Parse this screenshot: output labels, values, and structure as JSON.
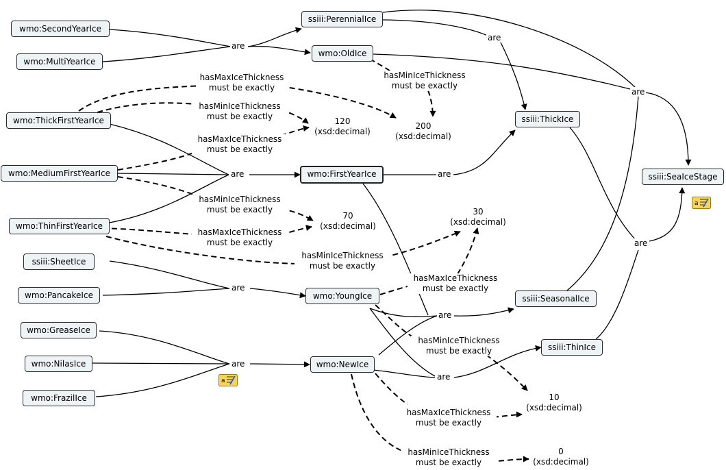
{
  "relation_are": "are",
  "max_label": [
    "hasMaxIceThickness",
    "must be exactly"
  ],
  "min_label": [
    "hasMinIceThickness",
    "must be exactly"
  ],
  "nodes": {
    "second_year": "wmo:SecondYearIce",
    "multi_year": "wmo:MultiYearIce",
    "thick_first_year": "wmo:ThickFirstYearIce",
    "medium_first_year": "wmo:MediumFirstYearIce",
    "thin_first_year": "wmo:ThinFirstYearIce",
    "sheet_ice": "ssiii:SheetIce",
    "pancake_ice": "wmo:PancakeIce",
    "grease_ice": "wmo:GreaseIce",
    "nilas_ice": "wmo:NilasIce",
    "frazil_ice": "wmo:FrazilIce",
    "perennial_ice": "ssiii:PerennialIce",
    "old_ice": "wmo:OldIce",
    "first_year_ice": "wmo:FirstYearIce",
    "young_ice": "wmo:YoungIce",
    "new_ice": "wmo:NewIce",
    "thick_ice": "ssiii:ThickIce",
    "seasonal_ice": "ssiii:SeasonalIce",
    "thin_ice": "ssiii:ThinIce",
    "sea_ice_stage": "ssiii:SeaIceStage"
  },
  "values": {
    "v120": [
      "120",
      "(xsd:decimal)"
    ],
    "v200": [
      "200",
      "(xsd:decimal)"
    ],
    "v70": [
      "70",
      "(xsd:decimal)"
    ],
    "v30": [
      "30",
      "(xsd:decimal)"
    ],
    "v10": [
      "10",
      "(xsd:decimal)"
    ],
    "v0": [
      "0",
      "(xsd:decimal)"
    ]
  }
}
